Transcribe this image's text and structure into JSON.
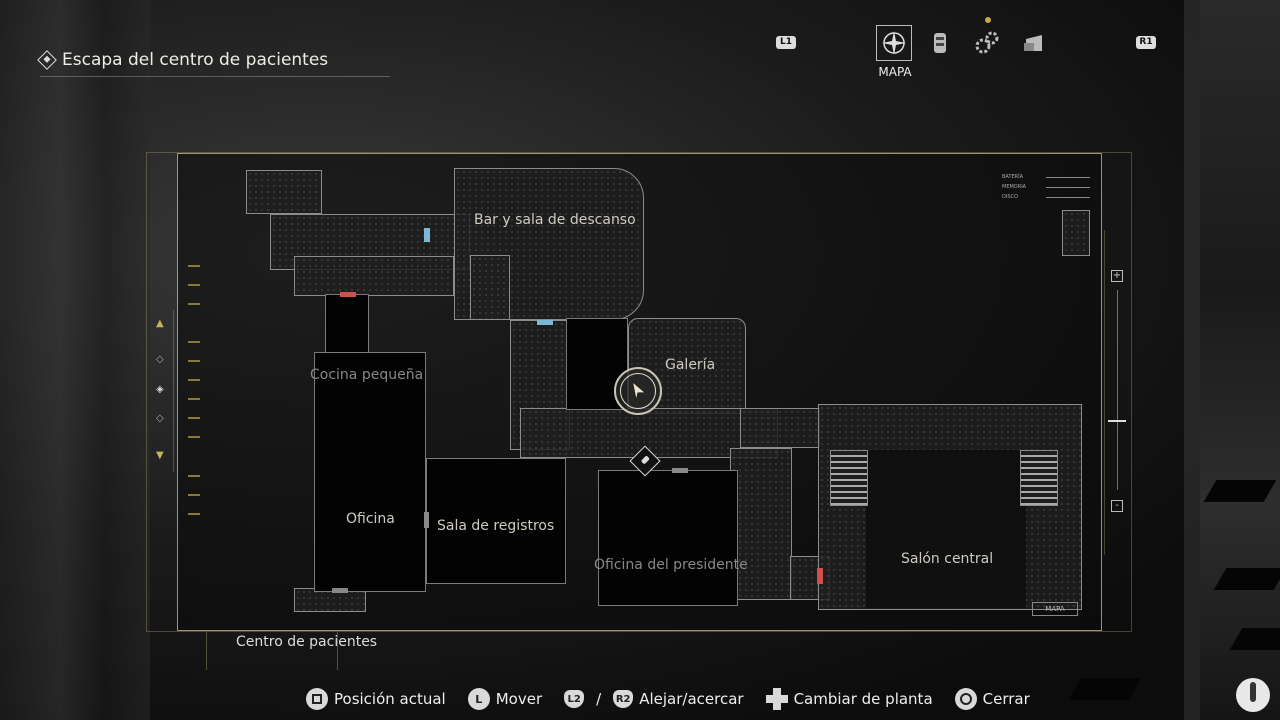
{
  "objective": {
    "text": "Escapa del centro de pacientes"
  },
  "tabs": {
    "left_button": "L1",
    "right_button": "R1",
    "items": [
      {
        "name": "map",
        "icon": "compass-icon",
        "label": "MAPA",
        "active": true
      },
      {
        "name": "files",
        "icon": "files-icon",
        "active": false
      },
      {
        "name": "items",
        "icon": "gears-icon",
        "active": false,
        "notification": true
      },
      {
        "name": "inventory",
        "icon": "chair-icon",
        "active": false
      }
    ]
  },
  "map": {
    "area_name": "Centro de pacientes",
    "status": [
      "BATERÍA",
      "MEMORIA",
      "DISCO"
    ],
    "corner_tag": "MAPA",
    "rooms": {
      "bar": "Bar y sala de descanso",
      "galeria": "Galería",
      "cocina": "Cocina pequeña",
      "oficina": "Oficina",
      "registros": "Sala de registros",
      "presidente": "Oficina del presidente",
      "salon": "Salón central"
    },
    "zoom_plus": "+",
    "zoom_minus": "-"
  },
  "controls": {
    "position": "Posición actual",
    "move": "Mover",
    "l2": "L2",
    "r2": "R2",
    "slash": "/",
    "zoom": "Alejar/acercar",
    "floor": "Cambiar de planta",
    "close": "Cerrar"
  },
  "colors": {
    "door_blue": "#7ab8d8",
    "door_red": "#d05050",
    "frame_gold": "#c8b25a"
  }
}
